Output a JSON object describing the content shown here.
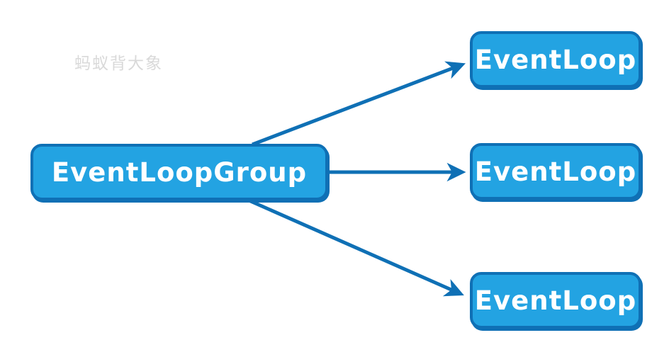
{
  "watermark": "蚂蚁背大象",
  "diagram": {
    "group_node": {
      "label": "EventLoopGroup"
    },
    "event_loop_nodes": [
      {
        "label": "EventLoop"
      },
      {
        "label": "EventLoop"
      },
      {
        "label": "EventLoop"
      }
    ],
    "connections": [
      {
        "from": "EventLoopGroup",
        "to": "EventLoop (top)"
      },
      {
        "from": "EventLoopGroup",
        "to": "EventLoop (middle)"
      },
      {
        "from": "EventLoopGroup",
        "to": "EventLoop (bottom)"
      }
    ]
  },
  "colors": {
    "background": "#ffffff",
    "box_fill": "#23a3e2",
    "box_border": "#0f70b5",
    "arrow": "#0f70b5",
    "text": "#ffffff",
    "watermark": "#d9d9d9"
  }
}
